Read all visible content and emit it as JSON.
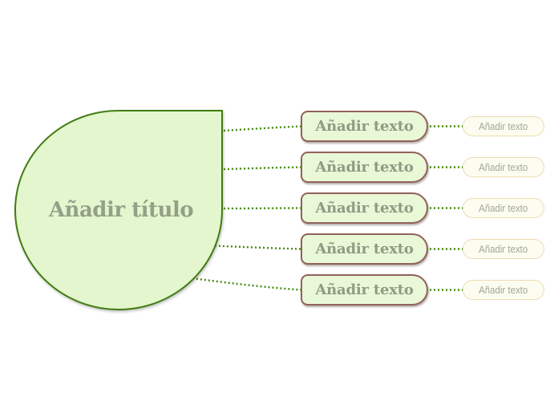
{
  "diagram": {
    "type": "mindmap",
    "root": {
      "label": "Añadir título"
    },
    "branches": [
      {
        "label": "Añadir texto",
        "child_label": "Añadir texto"
      },
      {
        "label": "Añadir texto",
        "child_label": "Añadir texto"
      },
      {
        "label": "Añadir texto",
        "child_label": "Añadir texto"
      },
      {
        "label": "Añadir texto",
        "child_label": "Añadir texto"
      },
      {
        "label": "Añadir texto",
        "child_label": "Añadir texto"
      }
    ],
    "colors": {
      "root_fill": "#e4f6cd",
      "root_border": "#417c12",
      "root_text": "#93a088",
      "branch_fill": "#e9f8d7",
      "branch_border": "#92625b",
      "branch_text": "#8d9c83",
      "leaf_fill": "#fcfdf0",
      "leaf_border": "#eedcb0",
      "leaf_text": "#a2a695",
      "connector": "#4a8e12",
      "background": "#ffffff"
    }
  }
}
